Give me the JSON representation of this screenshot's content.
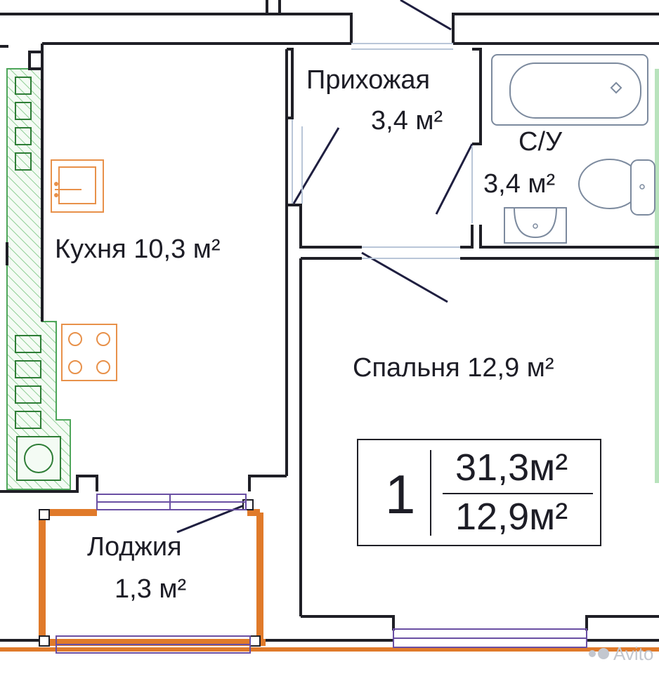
{
  "rooms": {
    "hall_name": "Прихожая",
    "hall_area": "3,4 м²",
    "bath_name": "С/У",
    "bath_area": "3,4 м²",
    "kitchen": "Кухня 10,3 м²",
    "bedroom": "Спальня 12,9 м²",
    "loggia_name": "Лоджия",
    "loggia_area": "1,3 м²"
  },
  "summary": {
    "rooms_count": "1",
    "total_area": "31,3м²",
    "living_area": "12,9м²"
  },
  "watermark": "Avito",
  "colors": {
    "wall": "#1f1f26",
    "kitchen_furniture": "#4ea65a",
    "appliances": "#e8914a",
    "loggia_frame": "#e07a2a",
    "window": "#6a4fa3"
  }
}
